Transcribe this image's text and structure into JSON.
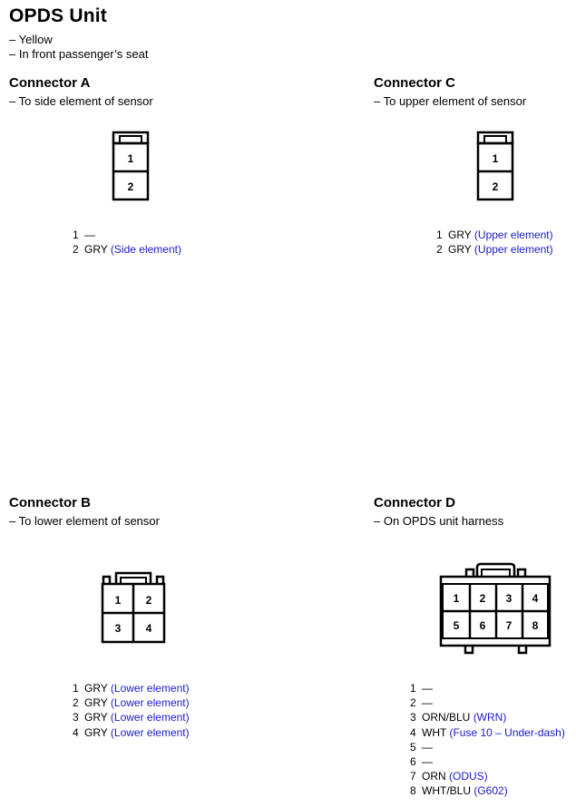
{
  "unit": {
    "title": "OPDS Unit",
    "notes": [
      "– Yellow",
      "– In front passenger’s seat"
    ]
  },
  "connectors": {
    "a": {
      "title": "Connector A",
      "location": "– To side element of sensor",
      "cavities": [
        "1",
        "2"
      ],
      "pins": [
        {
          "num": "1",
          "wire": "—",
          "desc": ""
        },
        {
          "num": "2",
          "wire": "GRY",
          "desc": "(Side element)"
        }
      ]
    },
    "c": {
      "title": "Connector C",
      "location": "– To upper element of sensor",
      "cavities": [
        "1",
        "2"
      ],
      "pins": [
        {
          "num": "1",
          "wire": "GRY",
          "desc": "(Upper element)"
        },
        {
          "num": "2",
          "wire": "GRY",
          "desc": "(Upper element)"
        }
      ]
    },
    "b": {
      "title": "Connector B",
      "location": "– To lower element of sensor",
      "cavities": [
        "1",
        "2",
        "3",
        "4"
      ],
      "pins": [
        {
          "num": "1",
          "wire": "GRY",
          "desc": "(Lower element)"
        },
        {
          "num": "2",
          "wire": "GRY",
          "desc": "(Lower element)"
        },
        {
          "num": "3",
          "wire": "GRY",
          "desc": "(Lower element)"
        },
        {
          "num": "4",
          "wire": "GRY",
          "desc": "(Lower element)"
        }
      ]
    },
    "d": {
      "title": "Connector D",
      "location": "– On OPDS unit harness",
      "cavities": [
        "1",
        "2",
        "3",
        "4",
        "5",
        "6",
        "7",
        "8"
      ],
      "pins": [
        {
          "num": "1",
          "wire": "—",
          "desc": ""
        },
        {
          "num": "2",
          "wire": "—",
          "desc": ""
        },
        {
          "num": "3",
          "wire": "ORN/BLU",
          "desc": "(WRN)"
        },
        {
          "num": "4",
          "wire": "WHT",
          "desc": "(Fuse 10 – Under-dash)"
        },
        {
          "num": "5",
          "wire": "—",
          "desc": ""
        },
        {
          "num": "6",
          "wire": "—",
          "desc": ""
        },
        {
          "num": "7",
          "wire": "ORN",
          "desc": "(ODUS)"
        },
        {
          "num": "8",
          "wire": "WHT/BLU",
          "desc": "(G602)"
        }
      ]
    }
  },
  "colors": {
    "description_text": "#1a1acc",
    "outline": "#000000"
  }
}
